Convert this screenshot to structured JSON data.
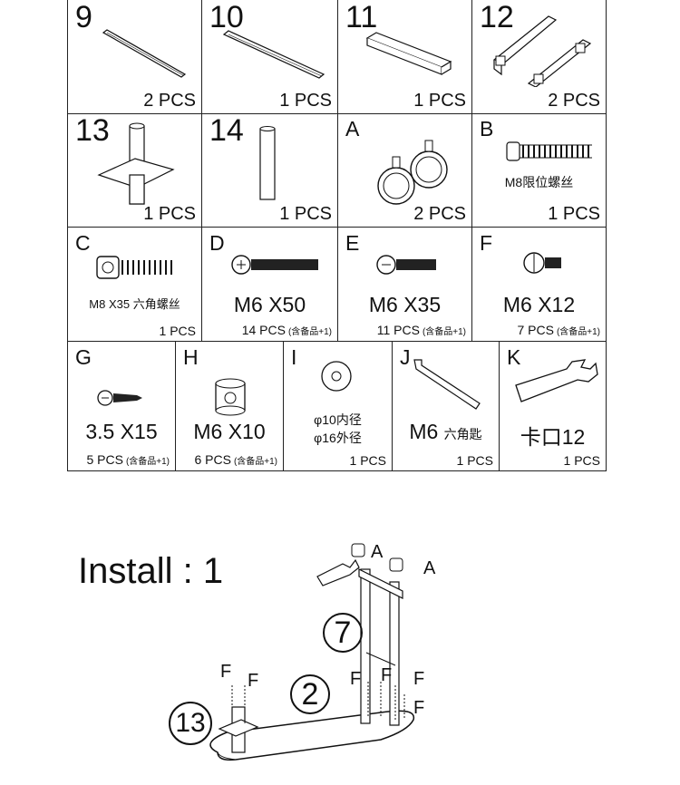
{
  "row1": [
    {
      "id": "9",
      "qty": "2 PCS"
    },
    {
      "id": "10",
      "qty": "1 PCS"
    },
    {
      "id": "11",
      "qty": "1 PCS"
    },
    {
      "id": "12",
      "qty": "2 PCS"
    }
  ],
  "row2": [
    {
      "id": "13",
      "qty": "1 PCS"
    },
    {
      "id": "14",
      "qty": "1 PCS"
    },
    {
      "id": "A",
      "qty": "2 PCS"
    },
    {
      "id": "B",
      "spec": "M8限位螺丝",
      "qty": "1 PCS"
    }
  ],
  "row3": [
    {
      "id": "C",
      "spec": "M8 X35 六角螺丝",
      "qty": "1 PCS"
    },
    {
      "id": "D",
      "spec": "M6 X50",
      "qty": "14 PCS",
      "note": "(含备品+1)"
    },
    {
      "id": "E",
      "spec": "M6 X35",
      "qty": "11 PCS",
      "note": "(含备品+1)"
    },
    {
      "id": "F",
      "spec": "M6 X12",
      "qty": "7 PCS",
      "note": "(含备品+1)"
    }
  ],
  "row4": [
    {
      "id": "G",
      "spec": "3.5 X15",
      "qty": "5 PCS",
      "note": "(含备品+1)"
    },
    {
      "id": "H",
      "spec": "M6 X10",
      "qty": "6 PCS",
      "note": "(含备品+1)"
    },
    {
      "id": "I",
      "spec1": "φ10内径",
      "spec2": "φ16外径",
      "qty": "1 PCS"
    },
    {
      "id": "J",
      "spec": "M6",
      "spec_cn": "六角匙",
      "qty": "1 PCS"
    },
    {
      "id": "K",
      "spec": "卡口12",
      "qty": "1 PCS"
    }
  ],
  "install": {
    "title": "Install : 1",
    "labels": {
      "a1": "A",
      "a2": "A",
      "f": "F"
    },
    "circles": {
      "c7": "7",
      "c2": "2",
      "c13": "13"
    }
  }
}
